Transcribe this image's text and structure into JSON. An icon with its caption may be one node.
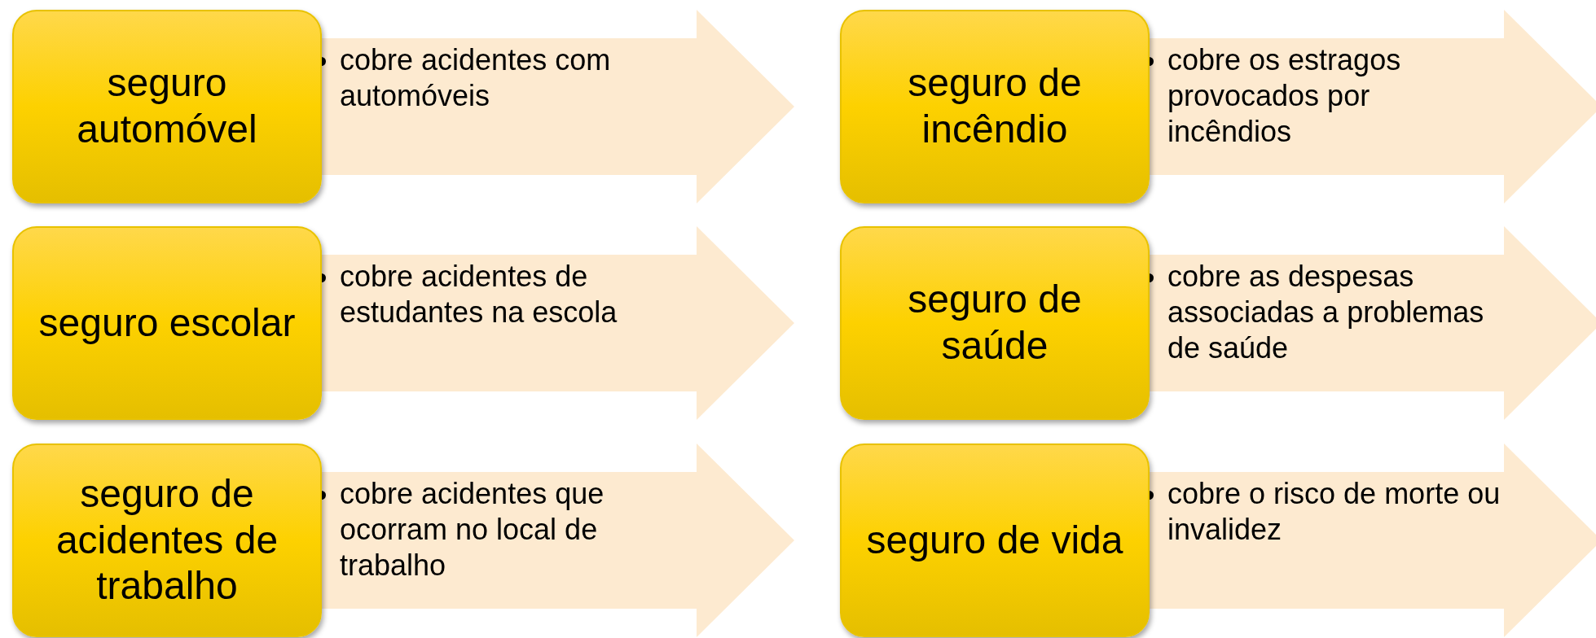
{
  "diagram": {
    "nodes": [
      {
        "text": [
          "seguro automóvel"
        ]
      },
      {
        "text": [
          "cobre acidentes com automóveis"
        ]
      },
      {
        "text": [
          "seguro de incêndio"
        ]
      },
      {
        "text": [
          "cobre os estragos provocados por incêndios"
        ]
      },
      {
        "text": [
          "seguro escolar"
        ]
      },
      {
        "text": [
          "cobre acidentes de estudantes na escola"
        ]
      },
      {
        "text": [
          "seguro de saúde"
        ]
      },
      {
        "text": [
          "cobre as despesas associadas a problemas de saúde"
        ]
      },
      {
        "text": [
          "seguro de acidentes de trabalho"
        ]
      },
      {
        "text": [
          "cobre acidentes que ocorram no local de trabalho"
        ]
      },
      {
        "text": [
          "seguro de vida"
        ]
      },
      {
        "text": [
          "cobre o risco de morte ou invalidez"
        ]
      }
    ]
  }
}
